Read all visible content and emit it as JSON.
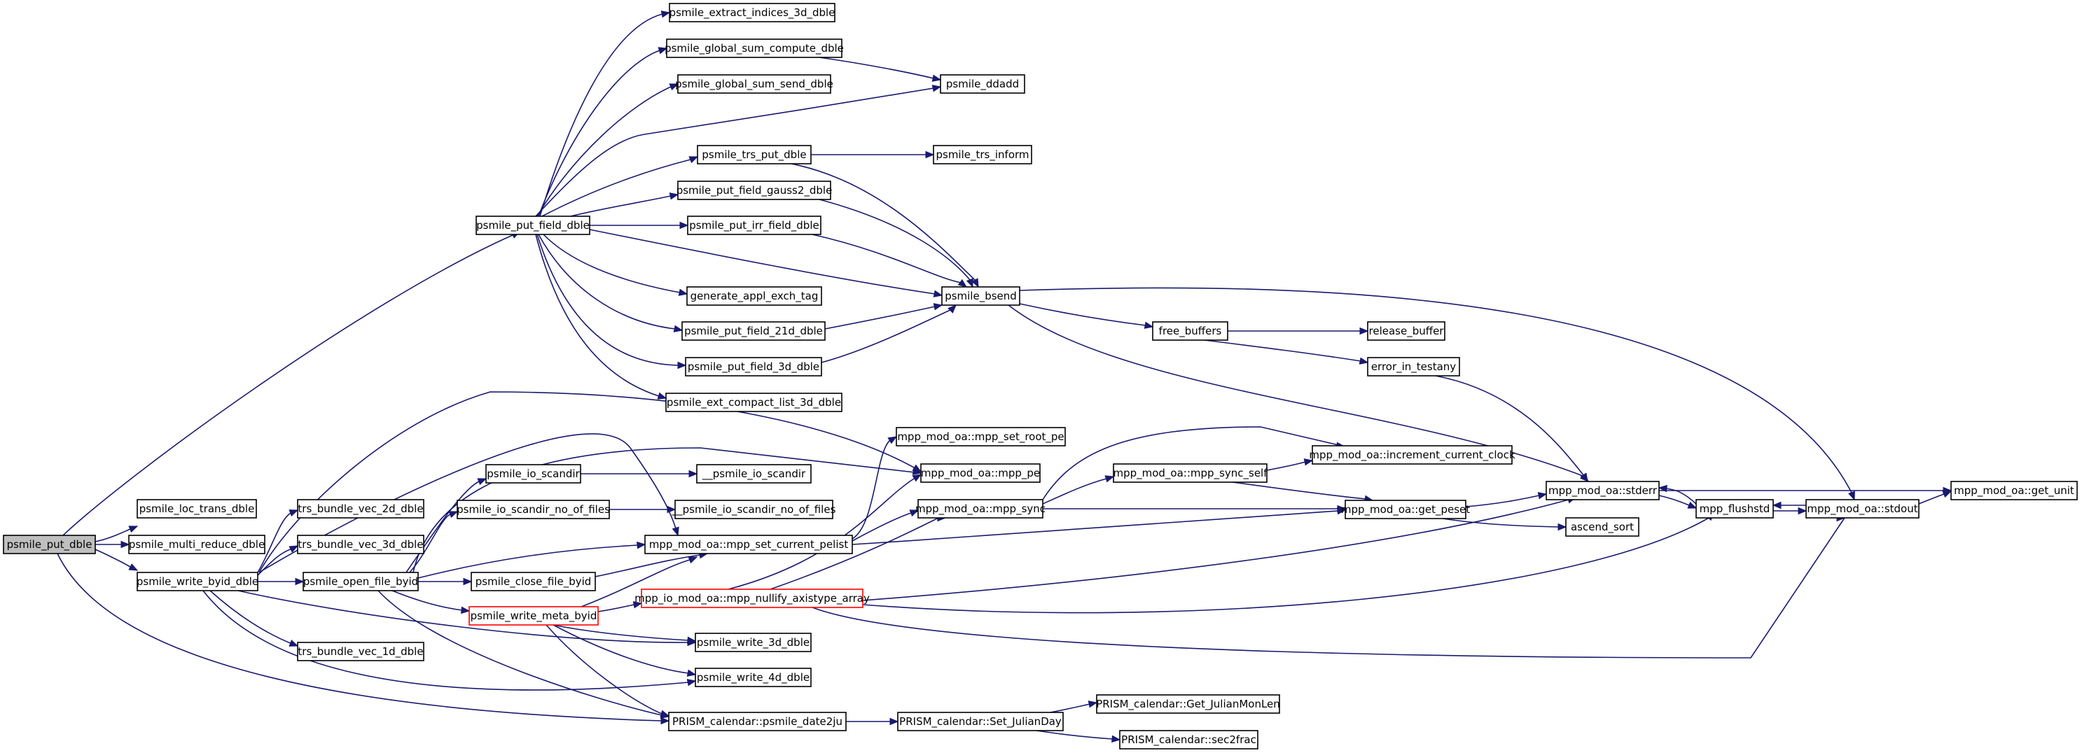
{
  "graph": {
    "colors": {
      "edge": "#191970",
      "node_border": "#000000",
      "root_fill": "#bfbfbf",
      "highlight_border": "#ff0000"
    },
    "nodes": [
      {
        "id": "n0",
        "label": "psmile_put_dble",
        "style": "root",
        "interactable": false
      },
      {
        "id": "n1",
        "label": "psmile_put_field_dble",
        "interactable": true
      },
      {
        "id": "n2",
        "label": "psmile_loc_trans_dble",
        "interactable": true
      },
      {
        "id": "n3",
        "label": "psmile_multi_reduce_dble",
        "interactable": true
      },
      {
        "id": "n4",
        "label": "psmile_write_byid_dble",
        "interactable": true
      },
      {
        "id": "n5",
        "label": "PRISM_calendar::psmile_date2ju",
        "interactable": true
      },
      {
        "id": "n6",
        "label": "psmile_extract_indices_3d_dble",
        "interactable": true
      },
      {
        "id": "n7",
        "label": "psmile_global_sum_compute_dble",
        "interactable": true
      },
      {
        "id": "n8",
        "label": "psmile_global_sum_send_dble",
        "interactable": true
      },
      {
        "id": "n9",
        "label": "psmile_ddadd",
        "interactable": true
      },
      {
        "id": "n10",
        "label": "psmile_trs_put_dble",
        "interactable": true
      },
      {
        "id": "n11",
        "label": "psmile_trs_inform",
        "interactable": true
      },
      {
        "id": "n12",
        "label": "psmile_put_field_gauss2_dble",
        "interactable": true
      },
      {
        "id": "n13",
        "label": "psmile_put_irr_field_dble",
        "interactable": true
      },
      {
        "id": "n14",
        "label": "psmile_bsend",
        "interactable": true
      },
      {
        "id": "n15",
        "label": "generate_appl_exch_tag",
        "interactable": true
      },
      {
        "id": "n16",
        "label": "psmile_put_field_21d_dble",
        "interactable": true
      },
      {
        "id": "n17",
        "label": "psmile_put_field_3d_dble",
        "interactable": true
      },
      {
        "id": "n18",
        "label": "psmile_ext_compact_list_3d_dble",
        "interactable": true
      },
      {
        "id": "n19",
        "label": "free_buffers",
        "interactable": true
      },
      {
        "id": "n20",
        "label": "release_buffer",
        "interactable": true
      },
      {
        "id": "n21",
        "label": "error_in_testany",
        "interactable": true
      },
      {
        "id": "n22",
        "label": "mpp_mod_oa::stderr",
        "interactable": true
      },
      {
        "id": "n23",
        "label": "mpp_mod_oa::stdout",
        "interactable": true
      },
      {
        "id": "n24",
        "label": "mpp_flushstd",
        "interactable": true
      },
      {
        "id": "n25",
        "label": "mpp_mod_oa::get_unit",
        "interactable": true
      },
      {
        "id": "n26",
        "label": "trs_bundle_vec_2d_dble",
        "interactable": true
      },
      {
        "id": "n27",
        "label": "trs_bundle_vec_3d_dble",
        "interactable": true
      },
      {
        "id": "n28",
        "label": "psmile_open_file_byid",
        "interactable": true
      },
      {
        "id": "n29",
        "label": "trs_bundle_vec_1d_dble",
        "interactable": true
      },
      {
        "id": "n30",
        "label": "psmile_write_3d_dble",
        "interactable": true
      },
      {
        "id": "n31",
        "label": "psmile_write_4d_dble",
        "interactable": true
      },
      {
        "id": "n32",
        "label": "psmile_io_scandir",
        "interactable": true
      },
      {
        "id": "n33",
        "label": "psmile_io_scandir_no_of_files",
        "interactable": true
      },
      {
        "id": "n34",
        "label": "psmile_close_file_byid",
        "interactable": true
      },
      {
        "id": "n35",
        "label": "psmile_write_meta_byid",
        "style": "red",
        "interactable": true
      },
      {
        "id": "n36",
        "label": "__psmile_io_scandir",
        "interactable": true
      },
      {
        "id": "n37",
        "label": "__psmile_io_scandir_no_of_files",
        "interactable": true
      },
      {
        "id": "n38",
        "label": "mpp_mod_oa::mpp_set_current_pelist",
        "interactable": true
      },
      {
        "id": "n39",
        "label": "mpp_mod_oa::mpp_set_root_pe",
        "interactable": true
      },
      {
        "id": "n40",
        "label": "mpp_mod_oa::mpp_pe",
        "interactable": true
      },
      {
        "id": "n41",
        "label": "mpp_mod_oa::mpp_sync",
        "interactable": true
      },
      {
        "id": "n42",
        "label": "mpp_mod_oa::get_peset",
        "interactable": true
      },
      {
        "id": "n43",
        "label": "mpp_io_mod_oa::mpp_nullify_axistype_array",
        "style": "red",
        "interactable": true
      },
      {
        "id": "n44",
        "label": "mpp_mod_oa::mpp_sync_self",
        "interactable": true
      },
      {
        "id": "n45",
        "label": "mpp_mod_oa::increment_current_clock",
        "interactable": true
      },
      {
        "id": "n46",
        "label": "ascend_sort",
        "interactable": true
      },
      {
        "id": "n47",
        "label": "PRISM_calendar::Set_JulianDay",
        "interactable": true
      },
      {
        "id": "n48",
        "label": "PRISM_calendar::Get_JulianMonLen",
        "interactable": true
      },
      {
        "id": "n49",
        "label": "PRISM_calendar::sec2frac",
        "interactable": true
      }
    ],
    "edges": [
      [
        "n0",
        "n1"
      ],
      [
        "n0",
        "n2"
      ],
      [
        "n0",
        "n3"
      ],
      [
        "n0",
        "n4"
      ],
      [
        "n0",
        "n5"
      ],
      [
        "n1",
        "n6"
      ],
      [
        "n1",
        "n7"
      ],
      [
        "n1",
        "n8"
      ],
      [
        "n1",
        "n9"
      ],
      [
        "n1",
        "n10"
      ],
      [
        "n1",
        "n12"
      ],
      [
        "n1",
        "n13"
      ],
      [
        "n1",
        "n14"
      ],
      [
        "n1",
        "n15"
      ],
      [
        "n1",
        "n16"
      ],
      [
        "n1",
        "n17"
      ],
      [
        "n1",
        "n18"
      ],
      [
        "n7",
        "n9"
      ],
      [
        "n10",
        "n11"
      ],
      [
        "n10",
        "n14"
      ],
      [
        "n12",
        "n14"
      ],
      [
        "n13",
        "n14"
      ],
      [
        "n16",
        "n14"
      ],
      [
        "n17",
        "n14"
      ],
      [
        "n14",
        "n19"
      ],
      [
        "n14",
        "n22"
      ],
      [
        "n14",
        "n23"
      ],
      [
        "n19",
        "n20"
      ],
      [
        "n19",
        "n21"
      ],
      [
        "n21",
        "n22"
      ],
      [
        "n22",
        "n24"
      ],
      [
        "n22",
        "n25"
      ],
      [
        "n24",
        "n22"
      ],
      [
        "n24",
        "n23"
      ],
      [
        "n23",
        "n24"
      ],
      [
        "n23",
        "n25"
      ],
      [
        "n4",
        "n26"
      ],
      [
        "n4",
        "n27"
      ],
      [
        "n4",
        "n28"
      ],
      [
        "n4",
        "n29"
      ],
      [
        "n4",
        "n30"
      ],
      [
        "n4",
        "n31"
      ],
      [
        "n4",
        "n38"
      ],
      [
        "n4",
        "n40"
      ],
      [
        "n28",
        "n32"
      ],
      [
        "n28",
        "n33"
      ],
      [
        "n28",
        "n34"
      ],
      [
        "n28",
        "n35"
      ],
      [
        "n28",
        "n38"
      ],
      [
        "n28",
        "n40"
      ],
      [
        "n28",
        "n5"
      ],
      [
        "n32",
        "n36"
      ],
      [
        "n33",
        "n37"
      ],
      [
        "n34",
        "n38"
      ],
      [
        "n35",
        "n43"
      ],
      [
        "n35",
        "n30"
      ],
      [
        "n35",
        "n31"
      ],
      [
        "n35",
        "n5"
      ],
      [
        "n35",
        "n38"
      ],
      [
        "n38",
        "n39"
      ],
      [
        "n38",
        "n41"
      ],
      [
        "n38",
        "n42"
      ],
      [
        "n41",
        "n44"
      ],
      [
        "n41",
        "n45"
      ],
      [
        "n41",
        "n42"
      ],
      [
        "n44",
        "n45"
      ],
      [
        "n44",
        "n42"
      ],
      [
        "n42",
        "n22"
      ],
      [
        "n42",
        "n46"
      ],
      [
        "n43",
        "n40"
      ],
      [
        "n43",
        "n41"
      ],
      [
        "n43",
        "n22"
      ],
      [
        "n43",
        "n24"
      ],
      [
        "n43",
        "n23"
      ],
      [
        "n5",
        "n47"
      ],
      [
        "n47",
        "n48"
      ],
      [
        "n47",
        "n49"
      ]
    ]
  }
}
